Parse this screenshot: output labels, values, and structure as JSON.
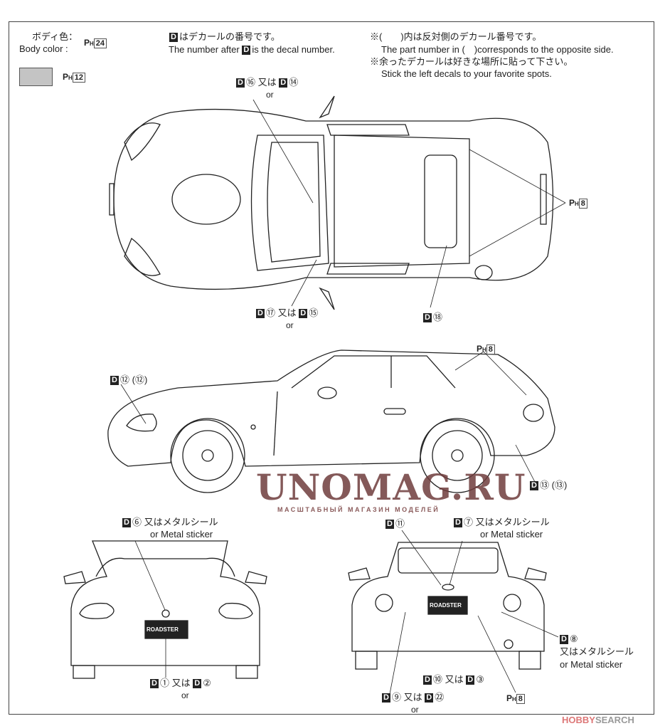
{
  "header": {
    "body_color_jp": "ボディ色：",
    "body_color_en": "Body color :",
    "body_paint_code": "24",
    "swatch_paint_code": "12",
    "paint_prefix": "PH",
    "decal_note_jp": "はデカールの番号です。",
    "decal_note_en_before": "The number after",
    "decal_note_en_after": "is the decal number.",
    "paren_note_jp": "※(　　)内は反対側のデカール番号です。",
    "paren_note_en": "The part number in (　)corresponds to the opposite side.",
    "left_note_jp": "※余ったデカールは好きな場所に貼って下さい。",
    "left_note_en": "Stick the left decals to your favorite spots."
  },
  "decal_letter": "D",
  "or_jp": "又は",
  "or_en": "or",
  "metal_jp": "又はメタルシール",
  "metal_en": "or Metal sticker",
  "labels": {
    "top_a1": "⑯",
    "top_a2": "⑭",
    "top_b1": "⑰",
    "top_b2": "⑮",
    "top_c": "⑱",
    "top_ph": "8",
    "side_front": "⑫ (⑫)",
    "side_rear": "⑬ (⑬)",
    "side_ph": "8",
    "front_badge": "⑥",
    "front_plate1": "①",
    "front_plate2": "②",
    "rear_emblem": "⑪",
    "rear_badge": "⑦",
    "rear_side": "⑧",
    "rear_mid1": "⑩",
    "rear_mid2": "③",
    "rear_low1": "⑨",
    "rear_low2": "㉒",
    "rear_ph": "8"
  },
  "plate_text": "ROADSTER",
  "watermark": "UNOMAG.RU",
  "watermark_sub": "МАСШТАБНЫЙ МАГАЗИН МОДЕЛЕЙ",
  "credit_a": "HOBBY",
  "credit_b": "SEARCH"
}
